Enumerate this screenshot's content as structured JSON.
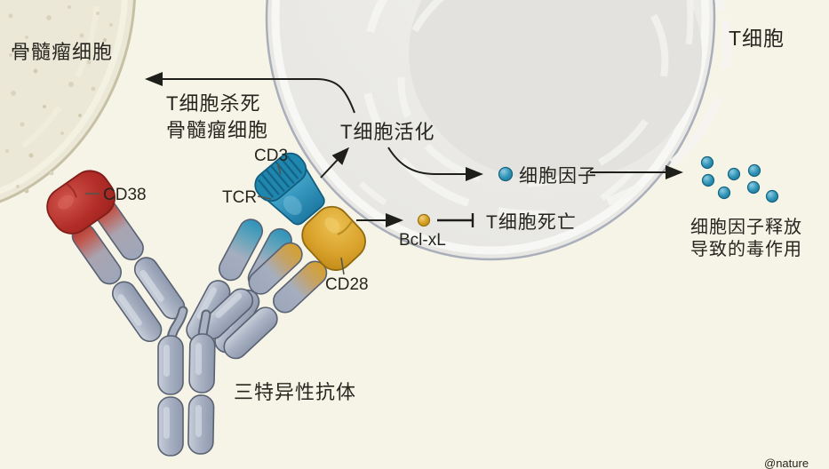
{
  "colors": {
    "background": "#f6f3e7",
    "myeloma_fill": "#ece8d8",
    "myeloma_rim": "#c6c1a5",
    "tcell_fill": "#ebeae6",
    "tcell_rim": "#a9aebb",
    "antibody_gray": "#a9b2c3",
    "cd38_red": "#b22d28",
    "cd3_teal": "#2f93b6",
    "cd28_orange": "#d9a22b",
    "arrow_black": "#1e1e1a"
  },
  "cells": {
    "myeloma": {
      "label": "骨髓瘤细胞"
    },
    "t_cell": {
      "label": "T细胞"
    }
  },
  "antibody": {
    "label": "三特异性抗体",
    "domains": {
      "cd38": "CD38",
      "cd3": "CD3",
      "tcr": "TCR",
      "cd28": "CD28"
    }
  },
  "pathways": {
    "kill_line1": "T细胞杀死",
    "kill_line2": "骨髓瘤细胞",
    "activation": "T细胞活化",
    "cytokine": "细胞因子",
    "toxicity_line1": "细胞因子释放",
    "toxicity_line2": "导致的毒作用",
    "survival_molecule": "Bcl-xL",
    "death": "T细胞死亡"
  },
  "watermark": "@nature"
}
